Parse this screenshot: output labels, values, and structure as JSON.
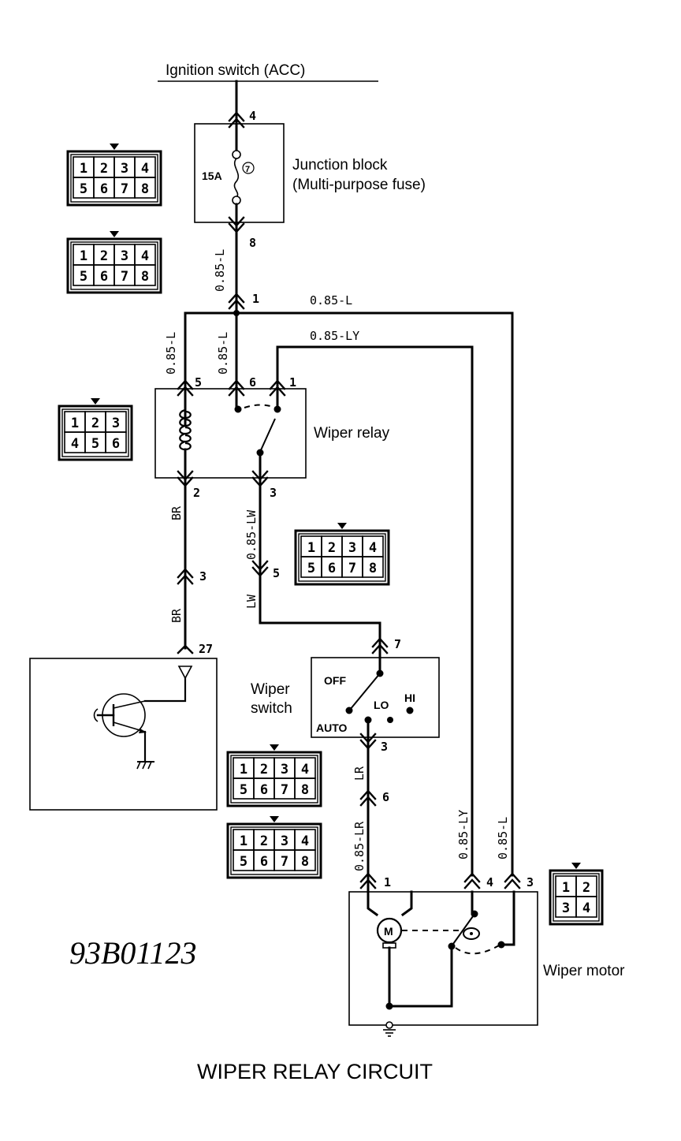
{
  "diagram": {
    "title": "WIPER RELAY CIRCUIT",
    "figure_code": "93B01123",
    "ignition": {
      "label": "Ignition switch (ACC)"
    },
    "junction_block": {
      "label_line1": "Junction block",
      "label_line2": "(Multi-purpose fuse)",
      "fuse_rating": "15A",
      "fuse_number": "7",
      "pin_in": "4",
      "pin_out": "8"
    },
    "wiper_relay": {
      "label": "Wiper relay",
      "pins": {
        "coil_in": "5",
        "common": "6",
        "no": "1",
        "coil_out": "2",
        "out": "3"
      }
    },
    "wiper_switch": {
      "label_line1": "Wiper",
      "label_line2": "switch",
      "positions": [
        "OFF",
        "AUTO",
        "LO",
        "HI"
      ],
      "pin_in": "7",
      "pin_out": "3"
    },
    "wiper_motor": {
      "label": "Wiper motor",
      "motor_symbol": "M",
      "pins": {
        "p1": "1",
        "p4": "4",
        "p3": "3"
      }
    },
    "etacs": {
      "pin": "27"
    },
    "junction_pins": {
      "splice_1": "1",
      "br_joint": "3",
      "lw_joint": "5",
      "lr_joint": "6"
    },
    "wires": {
      "fuse_out": "0.85-L",
      "trunk_l": "0.85-L",
      "relay_coil": "0.85-L",
      "relay_common": "0.85-L",
      "ly": "0.85-LY",
      "relay_out": "0.85-LW",
      "lw": "LW",
      "br_upper": "BR",
      "br_lower": "BR",
      "lr_upper": "LR",
      "lr_lower": "0.85-LR",
      "motor_ly": "0.85-LY",
      "motor_l": "0.85-L"
    },
    "connectors": [
      {
        "name": "junction-block-connector-a",
        "pins": [
          "1",
          "2",
          "3",
          "4",
          "5",
          "6",
          "7",
          "8"
        ]
      },
      {
        "name": "junction-block-connector-b",
        "pins": [
          "1",
          "2",
          "3",
          "4",
          "5",
          "6",
          "7",
          "8"
        ]
      },
      {
        "name": "wiper-relay-connector",
        "pins": [
          "1",
          "2",
          "3",
          "4",
          "5",
          "6"
        ]
      },
      {
        "name": "intermediate-connector",
        "pins": [
          "1",
          "2",
          "3",
          "4",
          "5",
          "6",
          "7",
          "8"
        ]
      },
      {
        "name": "wiper-switch-connector-a",
        "pins": [
          "1",
          "2",
          "3",
          "4",
          "5",
          "6",
          "7",
          "8"
        ]
      },
      {
        "name": "wiper-switch-connector-b",
        "pins": [
          "1",
          "2",
          "3",
          "4",
          "5",
          "6",
          "7",
          "8"
        ]
      },
      {
        "name": "wiper-motor-connector",
        "pins": [
          "1",
          "2",
          "3",
          "4"
        ]
      }
    ]
  }
}
